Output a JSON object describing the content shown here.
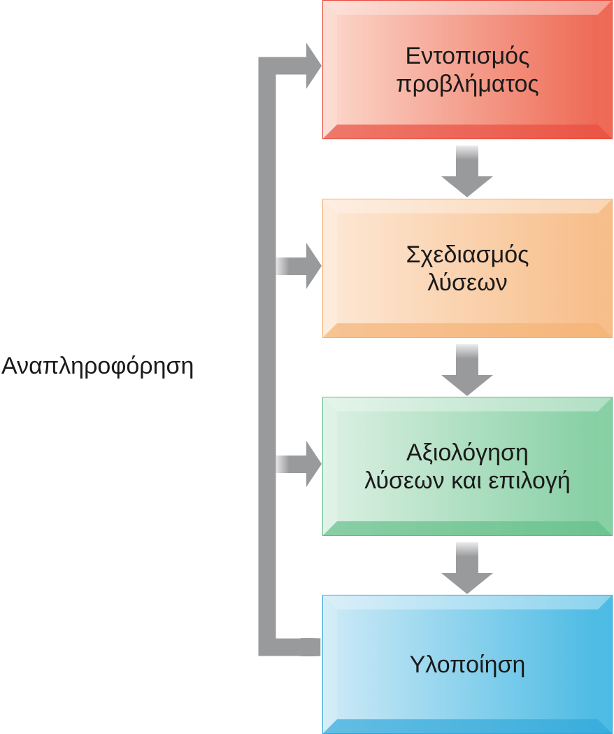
{
  "feedback": {
    "label": "Αναπληροφόρηση"
  },
  "steps": [
    {
      "label": "Εντοπισμός\nπροβλήματος",
      "color_dark": "#ee6a55",
      "color_light": "#fbd3c6",
      "color_edge": "#e8483a"
    },
    {
      "label": "Σχεδιασμός\nλύσεων",
      "color_dark": "#f7be8a",
      "color_light": "#fde6d2",
      "color_edge": "#f5b072"
    },
    {
      "label": "Αξιολόγηση\nλύσεων και επιλογή",
      "color_dark": "#86cfa4",
      "color_light": "#d8efe0",
      "color_edge": "#5fbd86"
    },
    {
      "label": "Υλοποίηση",
      "color_dark": "#4dbbe4",
      "color_light": "#c8e8f6",
      "color_edge": "#2ea6d8"
    }
  ],
  "colors": {
    "arrow": "#999a9c"
  }
}
